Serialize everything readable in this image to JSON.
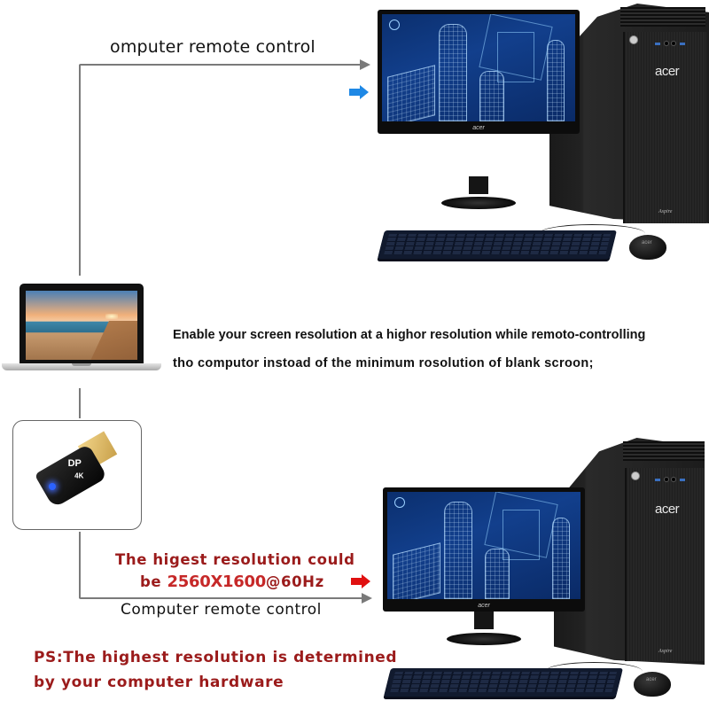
{
  "top_section": {
    "connector_label": "omputer remote control",
    "arrow_color": "#1e88e5"
  },
  "description": {
    "line1": "Enable your screen resolution at a highor resolution while remoto-controlling",
    "line2": "tho computor instoad of the minimum rosolution of blank scroon;"
  },
  "bottom_section": {
    "resolution_line1": "The higest resolution could",
    "resolution_prefix": "be ",
    "resolution_value": "2560X1600",
    "resolution_suffix": "@60Hz",
    "connector_label": "Computer remote control",
    "arrow_color": "#e01010"
  },
  "footnote": {
    "line1": "PS:The highest resolution is determined",
    "line2": "by your computer hardware"
  },
  "devices": {
    "monitor_brand": "acer",
    "tower_brand": "acer",
    "tower_model": "Aspire",
    "mouse_brand": "acer",
    "dongle_logo": "DP",
    "dongle_label": "4K"
  },
  "colors": {
    "text_red": "#9b1b1b",
    "value_red": "#c62828",
    "connector_gray": "#7a7a7a"
  }
}
